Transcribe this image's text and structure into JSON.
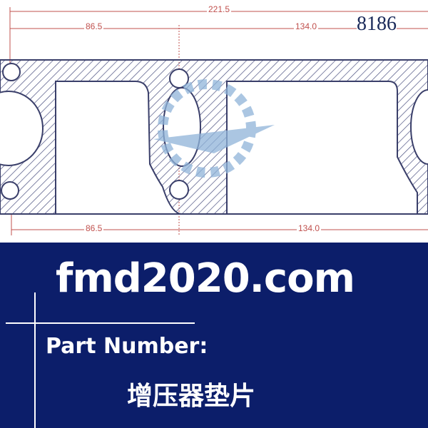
{
  "drawing": {
    "part_code": "8186",
    "dimensions": {
      "top_total": "221.5",
      "top_left": "86.5",
      "top_right": "134.0",
      "bottom_left": "86.5",
      "bottom_right": "134.0"
    },
    "colors": {
      "line": "#3a3f6a",
      "dimension": "#c0504d",
      "watermark": "#8fb4d9"
    }
  },
  "banner": {
    "site": "fmd2020.com",
    "part_number_label": "Part Number:",
    "part_name": "增压器垫片",
    "background": "#0c1e6a"
  }
}
